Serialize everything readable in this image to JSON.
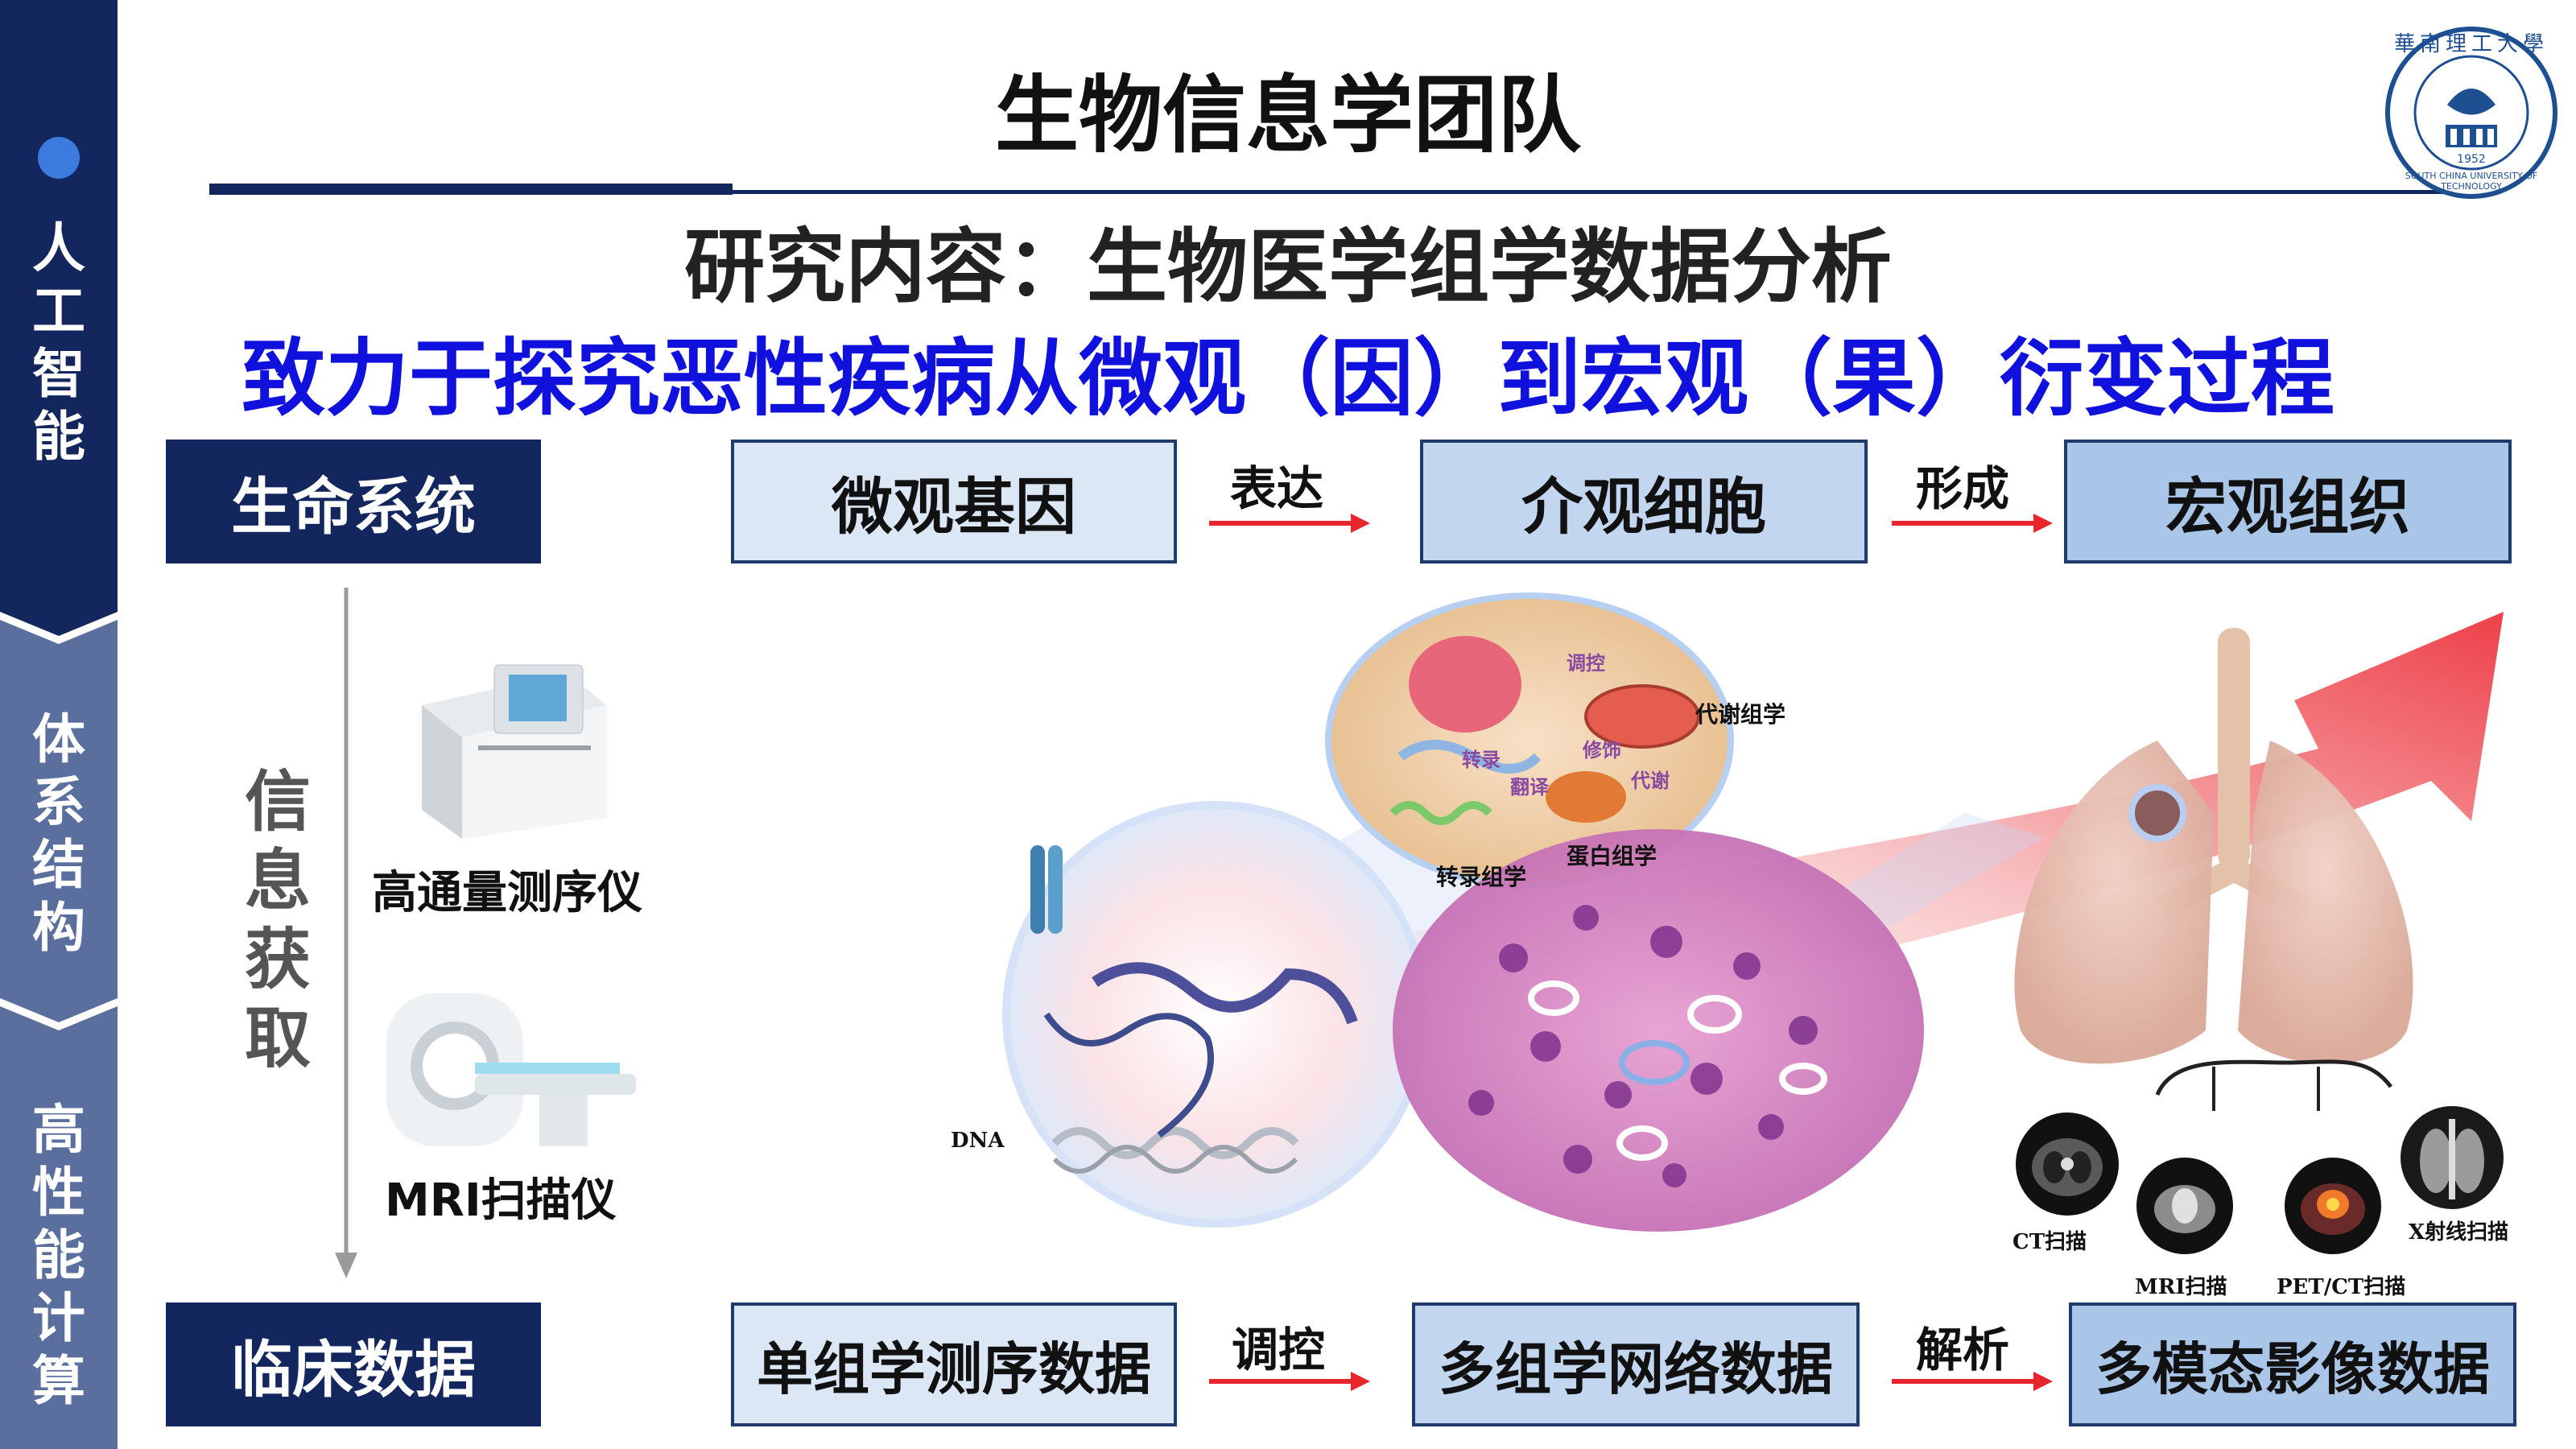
{
  "colors": {
    "navy": "#13275e",
    "nav_active": "#13275e",
    "nav_inactive": "#5b6f9e",
    "blue_accent": "#1111dd",
    "red": "#e8242c",
    "box_light": "#dbe7f5",
    "box_mid": "#c2d7ef",
    "box_dark": "#a9c6e8"
  },
  "sidebar": {
    "items": [
      {
        "label": "人工智能",
        "state": "active"
      },
      {
        "label": "体系结构",
        "state": "inactive"
      },
      {
        "label": "高性能计算",
        "state": "inactive"
      }
    ]
  },
  "header": {
    "title": "生物信息学团队",
    "subtitle": "研究内容：生物医学组学数据分析",
    "tagline": "致力于探究恶性疾病从微观（因）到宏观（果）衍变过程"
  },
  "logo": {
    "ring_text": "SOUTH CHINA UNIVERSITY OF TECHNOLOGY",
    "year": "1952",
    "chars": "華南理工大學"
  },
  "rows": {
    "life": {
      "tag": "生命系统",
      "boxes": [
        "微观基因",
        "介观细胞",
        "宏观组织"
      ],
      "arrows": [
        "表达",
        "形成"
      ]
    },
    "clinical": {
      "tag": "临床数据",
      "boxes": [
        "单组学测序数据",
        "多组学网络数据",
        "多模态影像数据"
      ],
      "arrows": [
        "调控",
        "解析"
      ]
    }
  },
  "info_acquisition": {
    "label": "信息获取"
  },
  "devices": [
    {
      "label": "高通量测序仪"
    },
    {
      "label": "MRI扫描仪"
    }
  ],
  "illustration": {
    "dna_label": "DNA",
    "cell_labels": [
      "调控",
      "代谢组学",
      "转录",
      "修饰",
      "翻译",
      "代谢",
      "转录组学",
      "蛋白组学"
    ]
  },
  "imaging": [
    {
      "label": "CT扫描"
    },
    {
      "label": "MRI扫描"
    },
    {
      "label": "PET/CT扫描"
    },
    {
      "label": "X射线扫描"
    }
  ]
}
